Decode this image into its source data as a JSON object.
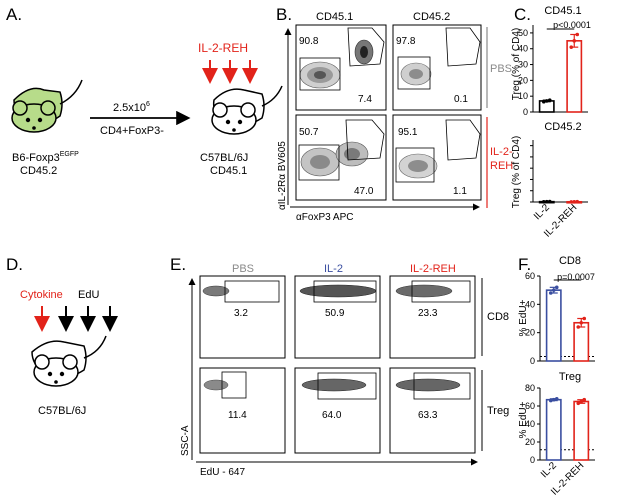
{
  "panel_letters": {
    "A": "A.",
    "B": "B.",
    "C": "C.",
    "D": "D.",
    "E": "E.",
    "F": "F."
  },
  "colors": {
    "red": "#e2231a",
    "blue": "#3a4ea0",
    "gray": "#8a8a8a",
    "mouse_green": "#b7dc8a",
    "black": "#000000"
  },
  "panel_a": {
    "donor_line1": "B6-Foxp3",
    "donor_superscript": "EGFP",
    "donor_line2": "CD45.2",
    "transfer_top": "2.5x10",
    "transfer_top_exp": "6",
    "transfer_bottom": "CD4+FoxP3-",
    "treatment": "IL-2-REH",
    "recipient_line1": "C57BL/6J",
    "recipient_line2": "CD45.1"
  },
  "panel_b": {
    "col_headers": [
      "CD45.1",
      "CD45.2"
    ],
    "row_labels": {
      "pbs": "PBS",
      "reh_line1": "IL-2-",
      "reh_line2": "REH"
    },
    "y_axis": "αIL-2Rα BV605",
    "x_axis": "αFoxP3 APC",
    "gate_values": {
      "r1c1_top": "90.8",
      "r1c1_bottom": "7.4",
      "r1c2_top": "97.8",
      "r1c2_bottom": "0.1",
      "r2c1_top": "50.7",
      "r2c1_bottom": "47.0",
      "r2c2_top": "95.1",
      "r2c2_bottom": "1.1"
    }
  },
  "panel_c": {
    "top_title": "CD45.1",
    "bottom_title": "CD45.2",
    "y_label": "Treg (% of CD4)",
    "pvalue": "p<0.0001",
    "x_labels": [
      "IL-2",
      "IL-2-REH"
    ],
    "y_ticks": [
      "0",
      "10",
      "20",
      "30",
      "40",
      "50"
    ]
  },
  "panel_d": {
    "cytokine": "Cytokine",
    "edu": "EdU",
    "mouse": "C57BL/6J"
  },
  "panel_e": {
    "col_headers": [
      "PBS",
      "IL-2",
      "IL-2-REH"
    ],
    "row_labels": [
      "CD8",
      "Treg"
    ],
    "y_axis": "SSC-A",
    "x_axis": "EdU - 647",
    "gate_values": {
      "cd8": [
        "3.2",
        "50.9",
        "23.3"
      ],
      "treg": [
        "11.4",
        "64.0",
        "63.3"
      ]
    }
  },
  "panel_f": {
    "top_title": "CD8",
    "bottom_title": "Treg",
    "y_label": "% EdU+",
    "pvalue": "p=0.0007",
    "x_labels": [
      "IL-2",
      "IL-2-REH"
    ],
    "y_ticks": [
      "0",
      "20",
      "40",
      "60",
      "80"
    ]
  },
  "chart_data": [
    {
      "type": "bar",
      "title": "CD45.1",
      "ylabel": "Treg (% of CD4)",
      "categories": [
        "IL-2",
        "IL-2-REH"
      ],
      "values": [
        7,
        45
      ],
      "points": [
        [
          6.5,
          7.0,
          7.5
        ],
        [
          41,
          45,
          49
        ]
      ],
      "ylim": [
        0,
        55
      ],
      "annotation": "p<0.0001"
    },
    {
      "type": "bar",
      "title": "CD45.2",
      "ylabel": "Treg (% of CD4)",
      "categories": [
        "IL-2",
        "IL-2-REH"
      ],
      "values": [
        0.3,
        0.2
      ],
      "points": [
        [
          0.2,
          0.3,
          0.4
        ],
        [
          0.1,
          0.2,
          0.3
        ]
      ],
      "ylim": [
        0,
        55
      ]
    },
    {
      "type": "bar",
      "title": "CD8",
      "ylabel": "% EdU+",
      "categories": [
        "IL-2",
        "IL-2-REH"
      ],
      "values": [
        50,
        27
      ],
      "points": [
        [
          48,
          50,
          52
        ],
        [
          24,
          27,
          30
        ]
      ],
      "ylim": [
        0,
        60
      ],
      "dotted_baseline": 3.2,
      "annotation": "p=0.0007"
    },
    {
      "type": "bar",
      "title": "Treg",
      "ylabel": "% EdU+",
      "categories": [
        "IL-2",
        "IL-2-REH"
      ],
      "values": [
        67,
        65
      ],
      "points": [
        [
          66,
          67,
          68
        ],
        [
          63,
          65,
          67
        ]
      ],
      "ylim": [
        0,
        80
      ],
      "dotted_baseline": 11.4
    }
  ]
}
